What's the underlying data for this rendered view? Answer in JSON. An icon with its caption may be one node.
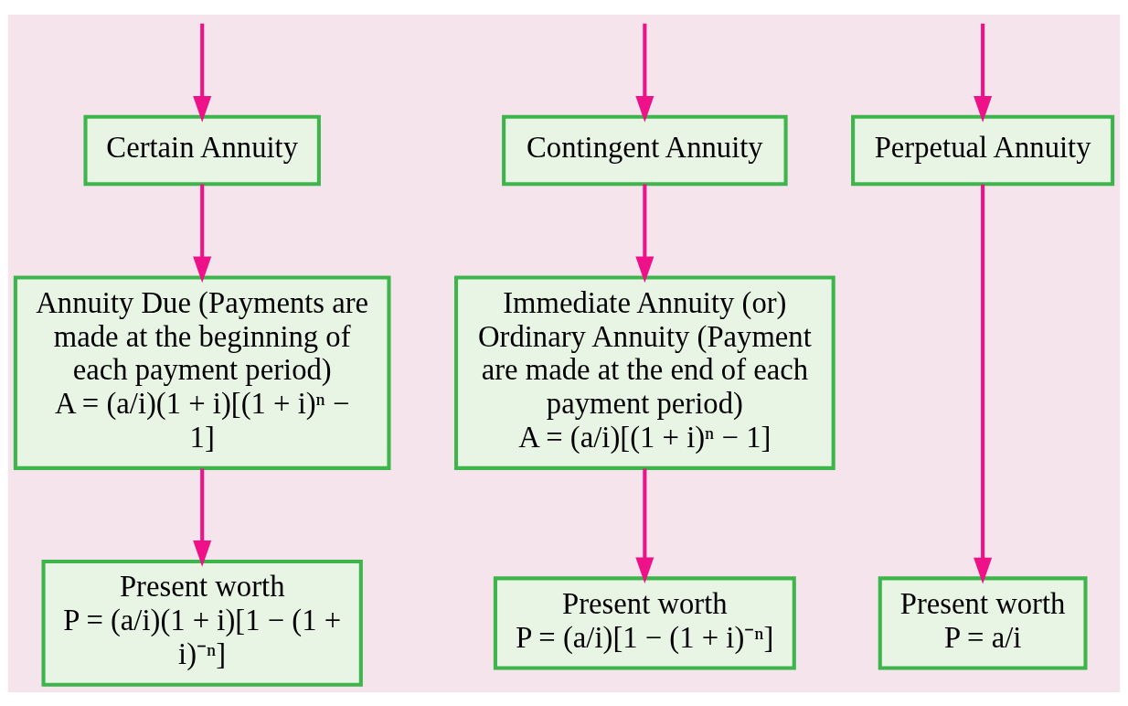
{
  "diagram": {
    "nodes": [
      {
        "text": [
          "Certain Annuity"
        ]
      },
      {
        "text": [
          "Contingent Annuity"
        ]
      },
      {
        "text": [
          "Perpetual Annuity"
        ]
      },
      {
        "text": [
          "Annuity Due (Payments are made at the beginning of each payment period)",
          "A = (a/i)(1 + i)[(1 + i)ⁿ − 1]"
        ]
      },
      {
        "text": [
          "Immediate Annuity (or) Ordinary Annuity (Payment are made at the end of each payment period)",
          "A = (a/i)[(1 + i)ⁿ − 1]"
        ]
      },
      {
        "text": [
          "Present worth",
          "P = (a/i)(1 + i)[1 − (1 + i)⁻ⁿ]"
        ]
      },
      {
        "text": [
          "Present worth",
          "P = (a/i)[1 − (1 + i)⁻ⁿ]"
        ]
      },
      {
        "text": [
          "Present worth",
          "P = a/i"
        ]
      }
    ],
    "edges": [
      {
        "from": null,
        "to": 0,
        "arrow": "to"
      },
      {
        "from": null,
        "to": 1,
        "arrow": "to"
      },
      {
        "from": null,
        "to": 2,
        "arrow": "to"
      },
      {
        "from": 0,
        "to": 3,
        "arrow": "to"
      },
      {
        "from": 1,
        "to": 4,
        "arrow": "to"
      },
      {
        "from": 3,
        "to": 5,
        "arrow": "to"
      },
      {
        "from": 4,
        "to": 6,
        "arrow": "to"
      },
      {
        "from": 2,
        "to": 7,
        "arrow": "to"
      }
    ]
  }
}
